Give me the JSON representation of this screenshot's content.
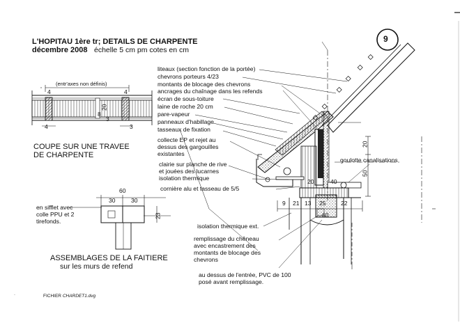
{
  "header": {
    "title": "L'HOPITAU 1ère tr; DETAILS DE CHARPENTE",
    "date": "décembre 2008",
    "scale": "échelle 5 cm pm cotes en cm",
    "sheet_number": "9"
  },
  "section_cut": {
    "note": "(entr'axes non définis)",
    "dims": [
      "4",
      "4",
      "20",
      "8",
      "3",
      "4",
      "3"
    ],
    "caption_line1": "COUPE SUR UNE TRAVEE",
    "caption_line2": "DE CHARPENTE"
  },
  "layer_labels": [
    "liteaux (section fonction de la portée)",
    "chevrons porteurs 4/23",
    "montants de blocage des chevrons",
    "ancrages du chaînage dans les refends",
    "écran de sous-toiture",
    "laine de roche 20 cm",
    "pare-vapeur",
    "panneaux d'habillage",
    "tasseaux de fixation"
  ],
  "eave_labels": [
    "collecte EP et rejet au",
    "dessus des gargouilles",
    "existantes",
    "clairie sur planche de rive",
    "et jouées des lucarnes",
    "isolation thermique",
    "cornière alu et tasseau de 5/5"
  ],
  "ridge_detail": {
    "dims": [
      "60",
      "30",
      "30",
      "23"
    ],
    "note_line1": "en sifflet avec",
    "note_line2": "colle PPU et 2",
    "note_line3": "tirefonds.",
    "caption_line1": "ASSEMBLAGES DE LA FAITIERE",
    "caption_line2": "sur les murs de refend"
  },
  "wall_detail": {
    "dims": [
      "20",
      "50",
      "20",
      "40",
      "9",
      "21",
      "13",
      "25",
      "22",
      "60"
    ],
    "gutter_label": "goulotte canalisations"
  },
  "bottom_notes": [
    "isolation thermique ext.",
    "remplissage du chêneau",
    "avec encastrement des",
    "montants de blocage des",
    "chevrons",
    "au dessus de l'entrée, PVC de 100",
    "posé avant remplissage."
  ],
  "footer": {
    "file_label": "FICHIER",
    "file_name": "CHARDET1.dvg"
  }
}
